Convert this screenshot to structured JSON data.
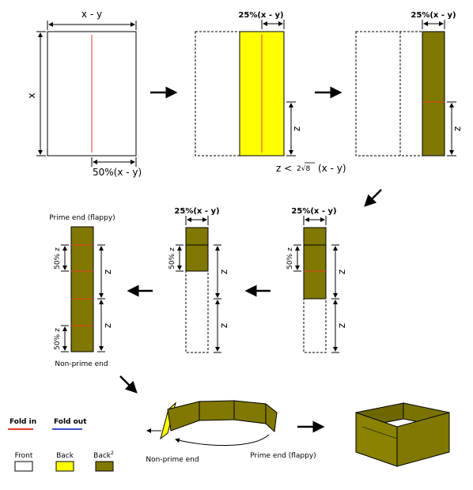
{
  "colors": {
    "olive": "#807800",
    "yellow": "#ffff00",
    "fold_in": "#e03c28",
    "fold_out": "#3c50c8",
    "box_side_light": "#8a8200",
    "box_side_dark": "#6e6700",
    "box_top": "#9a9300"
  },
  "step1": {
    "top": "x - y",
    "left": "x",
    "bottom": "50%(x - y)"
  },
  "step2": {
    "top": "25%(x - y)",
    "right": "z",
    "condition_prefix": "z <",
    "condition_root": "2√8",
    "condition_suffix": "(x - y)"
  },
  "step3": {
    "top": "25%(x - y)",
    "right": "z"
  },
  "step4": {
    "top": "25%(x - y)",
    "left": "50% z",
    "right_upper": "z",
    "right_lower": "z"
  },
  "step5": {
    "top": "25%(x - y)",
    "left": "50% z",
    "right_upper": "z",
    "right_lower": "z"
  },
  "step6": {
    "top": "Prime end (flappy)",
    "bottom": "Non-prime end",
    "left_upper": "50% z",
    "left_lower": "50% z",
    "right_upper": "z",
    "right_lower": "z"
  },
  "step7": {
    "left": "Non-prime end",
    "right": "Prime end (flappy)"
  },
  "legend": {
    "fold_in": "Fold in",
    "fold_out": "Fold out",
    "front": "Front",
    "back": "Back",
    "back2": "Back",
    "back2_sup": "2"
  }
}
